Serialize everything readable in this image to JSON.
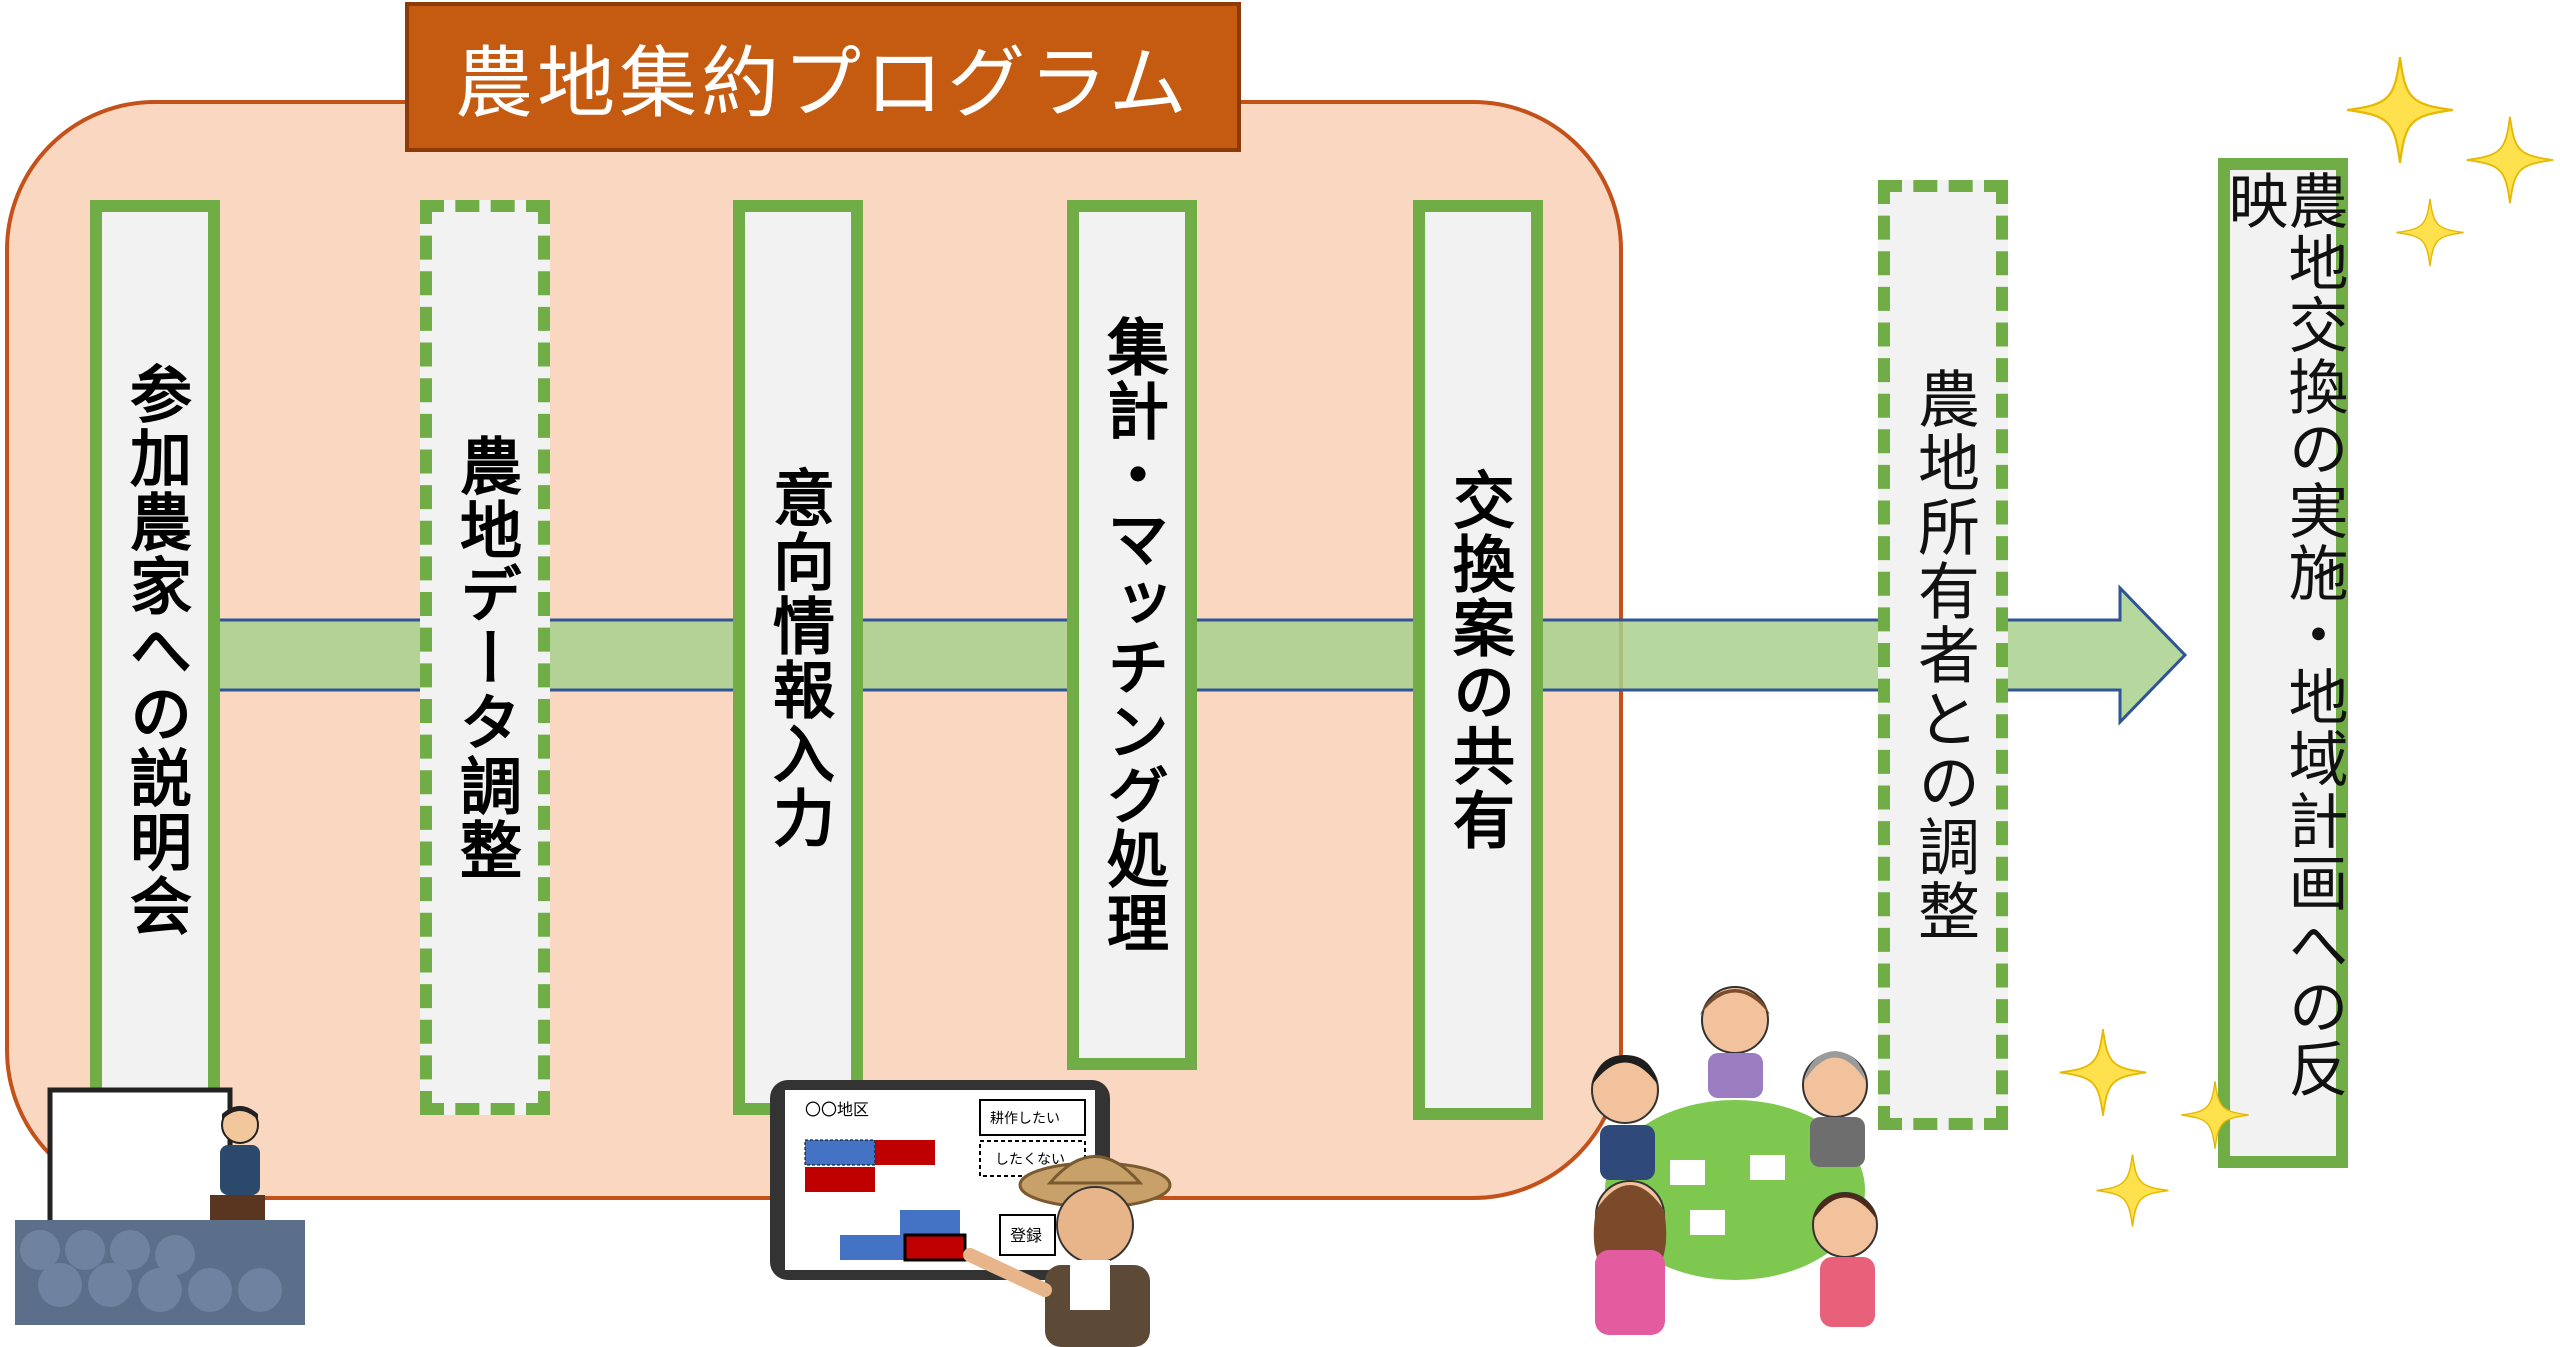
{
  "program": {
    "title": "農地集約プログラム"
  },
  "steps": [
    {
      "label": "参加農家への説明会"
    },
    {
      "label": "農地データ調整"
    },
    {
      "label": "意向情報入力"
    },
    {
      "label": "集計・マッチング処理"
    },
    {
      "label": "交換案の共有"
    }
  ],
  "after_steps": [
    {
      "label": "農地所有者との調整"
    },
    {
      "label": "農地交換の実施・地域計画への反映"
    }
  ],
  "tablet": {
    "district": "〇〇地区",
    "option_yes": "耕作したい",
    "option_no": "したくない",
    "register": "登録"
  },
  "colors": {
    "program_fill": "#f9d7c1",
    "title_fill": "#c55a11",
    "step_border": "#70ad47",
    "arrow_fill": "#a9d18e"
  }
}
